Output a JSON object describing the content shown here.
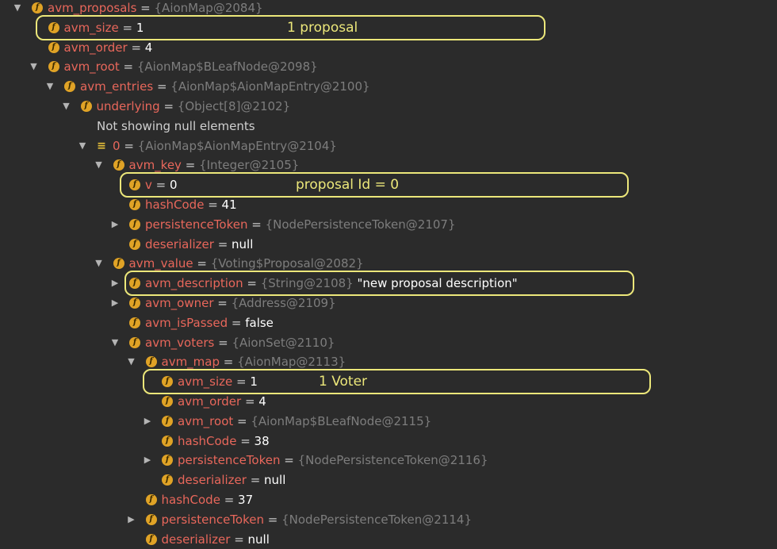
{
  "tree": {
    "rows": [
      {
        "depth": 0,
        "arrow": "down",
        "icon": "f",
        "name": "avm_proposals",
        "eq": " = ",
        "ref": "{AionMap@2084}"
      },
      {
        "depth": 1,
        "arrow": "none",
        "icon": "f",
        "name": "avm_size",
        "eq": " = ",
        "value": "1"
      },
      {
        "depth": 1,
        "arrow": "none",
        "icon": "f",
        "name": "avm_order",
        "eq": " = ",
        "value": "4"
      },
      {
        "depth": 1,
        "arrow": "down",
        "icon": "f",
        "name": "avm_root",
        "eq": " = ",
        "ref": "{AionMap$BLeafNode@2098}"
      },
      {
        "depth": 2,
        "arrow": "down",
        "icon": "f",
        "name": "avm_entries",
        "eq": " = ",
        "ref": "{AionMap$AionMapEntry@2100}"
      },
      {
        "depth": 3,
        "arrow": "down",
        "icon": "f",
        "name": "underlying",
        "eq": " = ",
        "ref": "{Object[8]@2102}"
      },
      {
        "depth": 4,
        "arrow": "none",
        "icon": "none",
        "note": "Not showing null elements"
      },
      {
        "depth": 4,
        "arrow": "down",
        "icon": "list",
        "name": "0",
        "eq": " = ",
        "ref": "{AionMap$AionMapEntry@2104}"
      },
      {
        "depth": 5,
        "arrow": "down",
        "icon": "f",
        "name": "avm_key",
        "eq": " = ",
        "ref": "{Integer@2105}"
      },
      {
        "depth": 6,
        "arrow": "none",
        "icon": "f",
        "name": "v",
        "eq": " = ",
        "value": "0"
      },
      {
        "depth": 6,
        "arrow": "none",
        "icon": "f",
        "name": "hashCode",
        "eq": " = ",
        "value": "41"
      },
      {
        "depth": 6,
        "arrow": "right",
        "icon": "f",
        "name": "persistenceToken",
        "eq": " = ",
        "ref": "{NodePersistenceToken@2107}"
      },
      {
        "depth": 6,
        "arrow": "none",
        "icon": "f",
        "name": "deserializer",
        "eq": " = ",
        "value": "null"
      },
      {
        "depth": 5,
        "arrow": "down",
        "icon": "f",
        "name": "avm_value",
        "eq": " = ",
        "ref": "{Voting$Proposal@2082}"
      },
      {
        "depth": 6,
        "arrow": "right",
        "icon": "f",
        "name": "avm_description",
        "eq": " = ",
        "ref": "{String@2108}",
        "str": " \"new proposal description\""
      },
      {
        "depth": 6,
        "arrow": "right",
        "icon": "f",
        "name": "avm_owner",
        "eq": " = ",
        "ref": "{Address@2109}"
      },
      {
        "depth": 6,
        "arrow": "none",
        "icon": "f",
        "name": "avm_isPassed",
        "eq": " = ",
        "value": "false"
      },
      {
        "depth": 6,
        "arrow": "down",
        "icon": "f",
        "name": "avm_voters",
        "eq": " = ",
        "ref": "{AionSet@2110}"
      },
      {
        "depth": 7,
        "arrow": "down",
        "icon": "f",
        "name": "avm_map",
        "eq": " = ",
        "ref": "{AionMap@2113}"
      },
      {
        "depth": 8,
        "arrow": "none",
        "icon": "f",
        "name": "avm_size",
        "eq": " = ",
        "value": "1"
      },
      {
        "depth": 8,
        "arrow": "none",
        "icon": "f",
        "name": "avm_order",
        "eq": " = ",
        "value": "4"
      },
      {
        "depth": 8,
        "arrow": "right",
        "icon": "f",
        "name": "avm_root",
        "eq": " = ",
        "ref": "{AionMap$BLeafNode@2115}"
      },
      {
        "depth": 8,
        "arrow": "none",
        "icon": "f",
        "name": "hashCode",
        "eq": " = ",
        "value": "38"
      },
      {
        "depth": 8,
        "arrow": "right",
        "icon": "f",
        "name": "persistenceToken",
        "eq": " = ",
        "ref": "{NodePersistenceToken@2116}"
      },
      {
        "depth": 8,
        "arrow": "none",
        "icon": "f",
        "name": "deserializer",
        "eq": " = ",
        "value": "null"
      },
      {
        "depth": 7,
        "arrow": "none",
        "icon": "f",
        "name": "hashCode",
        "eq": " = ",
        "value": "37"
      },
      {
        "depth": 7,
        "arrow": "right",
        "icon": "f",
        "name": "persistenceToken",
        "eq": " = ",
        "ref": "{NodePersistenceToken@2114}"
      },
      {
        "depth": 7,
        "arrow": "none",
        "icon": "f",
        "name": "deserializer",
        "eq": " = ",
        "value": "null"
      }
    ]
  },
  "annotations": [
    {
      "row": 1,
      "label": "1 proposal"
    },
    {
      "row": 9,
      "label": "proposal Id = 0"
    },
    {
      "row": 14,
      "label": ""
    },
    {
      "row": 19,
      "label": "1 Voter"
    }
  ],
  "colors": {
    "background": "#2b2b2b",
    "field_name": "#e8675b",
    "reference": "#7d7d7d",
    "value": "#ffffff",
    "field_icon": "#e0a326",
    "annotation": "#ece77a"
  }
}
